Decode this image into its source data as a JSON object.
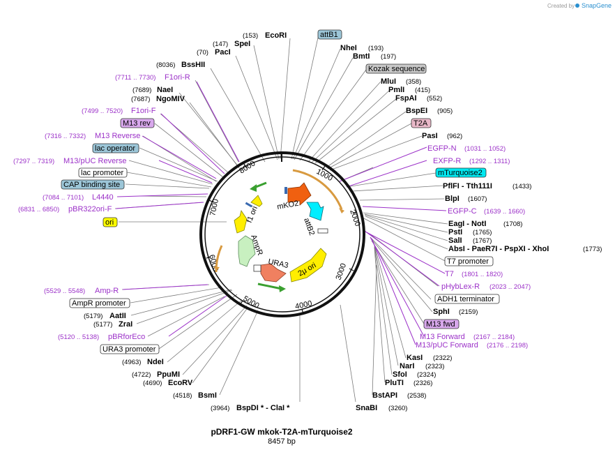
{
  "credit": {
    "prefix": "Created by",
    "brand": "SnapGene"
  },
  "title": "pDRF1-GW mkok-T2A-mTurquoise2",
  "size": "8457 bp",
  "ticks": [
    "1000",
    "2000",
    "3000",
    "4000",
    "5000",
    "6000",
    "7000",
    "8000"
  ],
  "inner_features": [
    "mKO2",
    "attB2",
    "f1 ori",
    "AmpR",
    "URA3",
    "2μ ori"
  ],
  "labels": [
    {
      "pos": "(153)",
      "name": "EcoRI",
      "kind": "enzyme"
    },
    {
      "pos": "(147)",
      "name": "SpeI",
      "kind": "enzyme"
    },
    {
      "pos": "(70)",
      "name": "PacI",
      "kind": "enzyme"
    },
    {
      "pos": "(8036)",
      "name": "BssHII",
      "kind": "enzyme"
    },
    {
      "pos": "(7711 .. 7730)",
      "name": "F1ori-R",
      "kind": "primer"
    },
    {
      "pos": "(7689)",
      "name": "NaeI",
      "kind": "enzyme"
    },
    {
      "pos": "(7687)",
      "name": "NgoMIV",
      "kind": "enzyme"
    },
    {
      "pos": "(7499 .. 7520)",
      "name": "F1ori-F",
      "kind": "primer"
    },
    {
      "name": "M13 rev",
      "kind": "box-violet"
    },
    {
      "pos": "(7316 .. 7332)",
      "name": "M13 Reverse",
      "kind": "primer"
    },
    {
      "name": "lac operator",
      "kind": "box-blue"
    },
    {
      "pos": "(7297 .. 7319)",
      "name": "M13/pUC Reverse",
      "kind": "primer"
    },
    {
      "name": "lac promoter",
      "kind": "box-white"
    },
    {
      "name": "CAP binding site",
      "kind": "box-blue"
    },
    {
      "pos": "(7084 .. 7101)",
      "name": "L4440",
      "kind": "primer"
    },
    {
      "pos": "(6831 .. 6850)",
      "name": "pBR322ori-F",
      "kind": "primer"
    },
    {
      "name": "ori",
      "kind": "box-yellow"
    },
    {
      "pos": "(5529 .. 5548)",
      "name": "Amp-R",
      "kind": "primer"
    },
    {
      "name": "AmpR promoter",
      "kind": "box-white"
    },
    {
      "pos": "(5179)",
      "name": "AatII",
      "kind": "enzyme"
    },
    {
      "pos": "(5177)",
      "name": "ZraI",
      "kind": "enzyme"
    },
    {
      "pos": "(5120 .. 5138)",
      "name": "pBRforEco",
      "kind": "primer"
    },
    {
      "name": "URA3 promoter",
      "kind": "box-white"
    },
    {
      "pos": "(4963)",
      "name": "NdeI",
      "kind": "enzyme"
    },
    {
      "pos": "(4722)",
      "name": "PpuMI",
      "kind": "enzyme"
    },
    {
      "pos": "(4690)",
      "name": "EcoRV",
      "kind": "enzyme"
    },
    {
      "pos": "(4518)",
      "name": "BsmI",
      "kind": "enzyme"
    },
    {
      "pos": "(3964)",
      "name": "BspDI * - ClaI *",
      "kind": "enzyme"
    },
    {
      "pos": "(3260)",
      "name": "SnaBI",
      "kind": "enzyme"
    },
    {
      "name": "attB1",
      "kind": "box-blue"
    },
    {
      "pos": "(193)",
      "name": "NheI",
      "kind": "enzyme"
    },
    {
      "pos": "(197)",
      "name": "BmtI",
      "kind": "enzyme"
    },
    {
      "name": "Kozak sequence",
      "kind": "box-grey"
    },
    {
      "pos": "(358)",
      "name": "MluI",
      "kind": "enzyme"
    },
    {
      "pos": "(415)",
      "name": "PmlI",
      "kind": "enzyme"
    },
    {
      "pos": "(552)",
      "name": "FspAI",
      "kind": "enzyme"
    },
    {
      "pos": "(905)",
      "name": "BspEI",
      "kind": "enzyme"
    },
    {
      "name": "T2A",
      "kind": "box-pink"
    },
    {
      "pos": "(962)",
      "name": "PasI",
      "kind": "enzyme"
    },
    {
      "pos": "(1031 .. 1052)",
      "name": "EGFP-N",
      "kind": "primer"
    },
    {
      "pos": "(1292 .. 1311)",
      "name": "EXFP-R",
      "kind": "primer"
    },
    {
      "name": "mTurquoise2",
      "kind": "box-cyan"
    },
    {
      "pos": "(1433)",
      "name": "PflFI - Tth111I",
      "kind": "enzyme"
    },
    {
      "pos": "(1607)",
      "name": "BlpI",
      "kind": "enzyme"
    },
    {
      "pos": "(1639 .. 1660)",
      "name": "EGFP-C",
      "kind": "primer"
    },
    {
      "pos": "(1708)",
      "name": "EagI - NotI",
      "kind": "enzyme"
    },
    {
      "pos": "(1765)",
      "name": "PstI",
      "kind": "enzyme"
    },
    {
      "pos": "(1767)",
      "name": "SalI",
      "kind": "enzyme"
    },
    {
      "pos": "(1773)",
      "name": "AbsI - PaeR7I - PspXI - XhoI",
      "kind": "enzyme"
    },
    {
      "name": "T7 promoter",
      "kind": "box-white"
    },
    {
      "pos": "(1801 .. 1820)",
      "name": "T7",
      "kind": "primer"
    },
    {
      "pos": "(2023 .. 2047)",
      "name": "pHybLex-R",
      "kind": "primer"
    },
    {
      "name": "ADH1 terminator",
      "kind": "box-white"
    },
    {
      "pos": "(2159)",
      "name": "SphI",
      "kind": "enzyme"
    },
    {
      "name": "M13 fwd",
      "kind": "box-violet"
    },
    {
      "pos": "(2167 .. 2184)",
      "name": "M13 Forward",
      "kind": "primer"
    },
    {
      "pos": "(2176 .. 2198)",
      "name": "M13/pUC Forward",
      "kind": "primer"
    },
    {
      "pos": "(2322)",
      "name": "KasI",
      "kind": "enzyme"
    },
    {
      "pos": "(2323)",
      "name": "NarI",
      "kind": "enzyme"
    },
    {
      "pos": "(2324)",
      "name": "SfoI",
      "kind": "enzyme"
    },
    {
      "pos": "(2326)",
      "name": "PluTI",
      "kind": "enzyme"
    },
    {
      "pos": "(2538)",
      "name": "BstAPI",
      "kind": "enzyme"
    }
  ],
  "colors": {
    "primer": "#9b30c8",
    "box_blue": "#9cc6d8",
    "box_violet": "#d8a8ec",
    "box_yellow": "#ffff00",
    "box_grey": "#c8c8c8",
    "box_pink": "#e8b8c8",
    "box_cyan": "#00e8f0",
    "mKO2": "#f06010",
    "attB2_arrow": "#00eeff",
    "f1ori": "#ffee00",
    "AmpR": "#c8f0c0",
    "URA3": "#f08060",
    "two_micron": "#ffee00",
    "promoter_arc": "#d89a40"
  }
}
